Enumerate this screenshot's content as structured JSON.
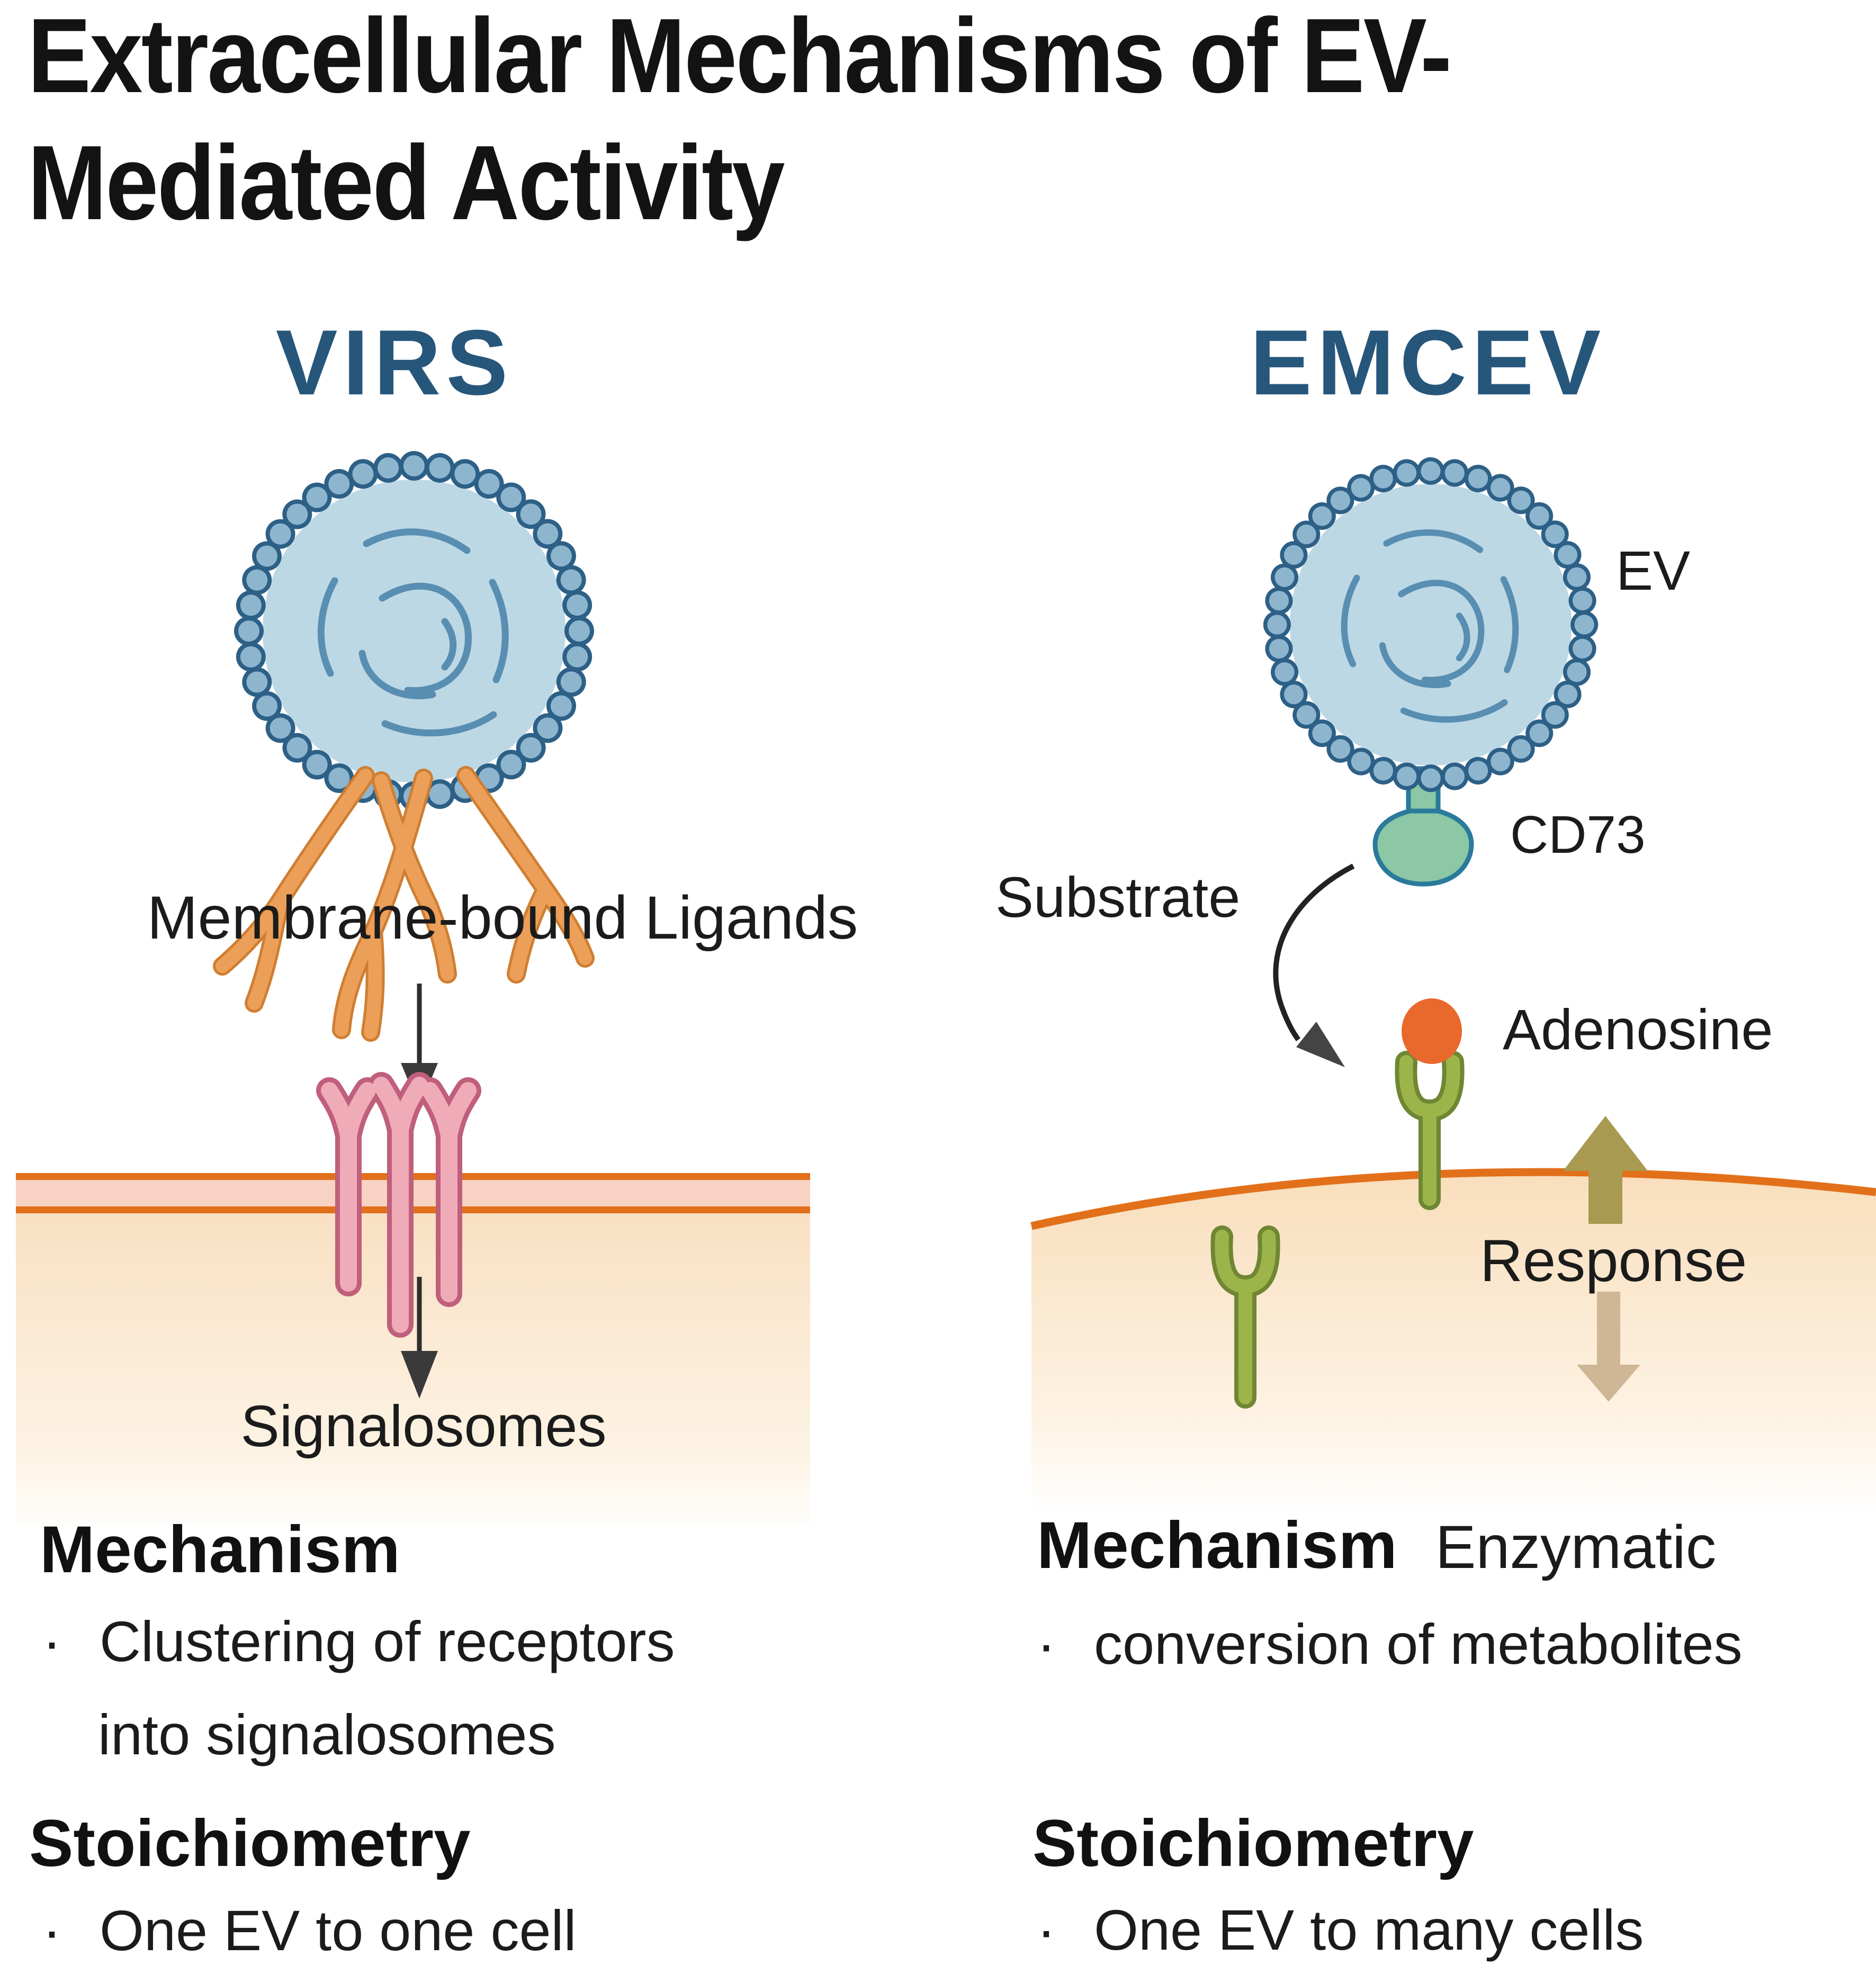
{
  "figure_title": {
    "line1": "Extracellular Mechanisms of EV-",
    "line2": "Mediated Activity"
  },
  "bullet": "·",
  "left_panel": {
    "heading": "VIRS",
    "ligands_label": "Membrane-bound Ligands",
    "result_label": "Signalosomes",
    "mechanism": {
      "heading": "Mechanism",
      "bullet_line1": "Clustering of receptors",
      "bullet_line2": "into signalosomes"
    },
    "stoichiometry": {
      "heading": "Stoichiometry",
      "bullet": "One EV to one cell"
    }
  },
  "right_panel": {
    "heading": "EMCEV",
    "ev_label": "EV",
    "enzyme_label": "CD73",
    "substrate_label": "Substrate",
    "product_label": "Adenosine",
    "response_label": "Response",
    "mechanism": {
      "heading": "Mechanism",
      "inline": "Enzymatic",
      "bullet": "conversion of metabolites"
    },
    "stoichiometry": {
      "heading": "Stoichiometry",
      "bullet": "One EV to many cells"
    }
  },
  "colors": {
    "heading_blue": "#27567b",
    "text_black": "#1b1b1b",
    "vesicle_fill": "#bdd8e5",
    "vesicle_bead": "#8db5ce",
    "vesicle_outline": "#2d6086",
    "vesicle_swirl": "#4e87ac",
    "ligand_orange": "#ec9f58",
    "receptor_pink": "#f0abb9",
    "receptor_pink_outline": "#c05f7c",
    "membrane_orange": "#e2701a",
    "membrane_fill": "#f8d2c2",
    "cell_fill": "#f9e0c3",
    "cd73_green": "#8cc7a6",
    "cd73_outline": "#2a7b9b",
    "adenosine_orange": "#e9682b",
    "receptor_green": "#9cb44a",
    "receptor_green_outline": "#6f8633",
    "arrow_up_olive": "#a89a50",
    "arrow_down_tan": "#cfb697",
    "arrow_black": "#2e2e2e"
  }
}
